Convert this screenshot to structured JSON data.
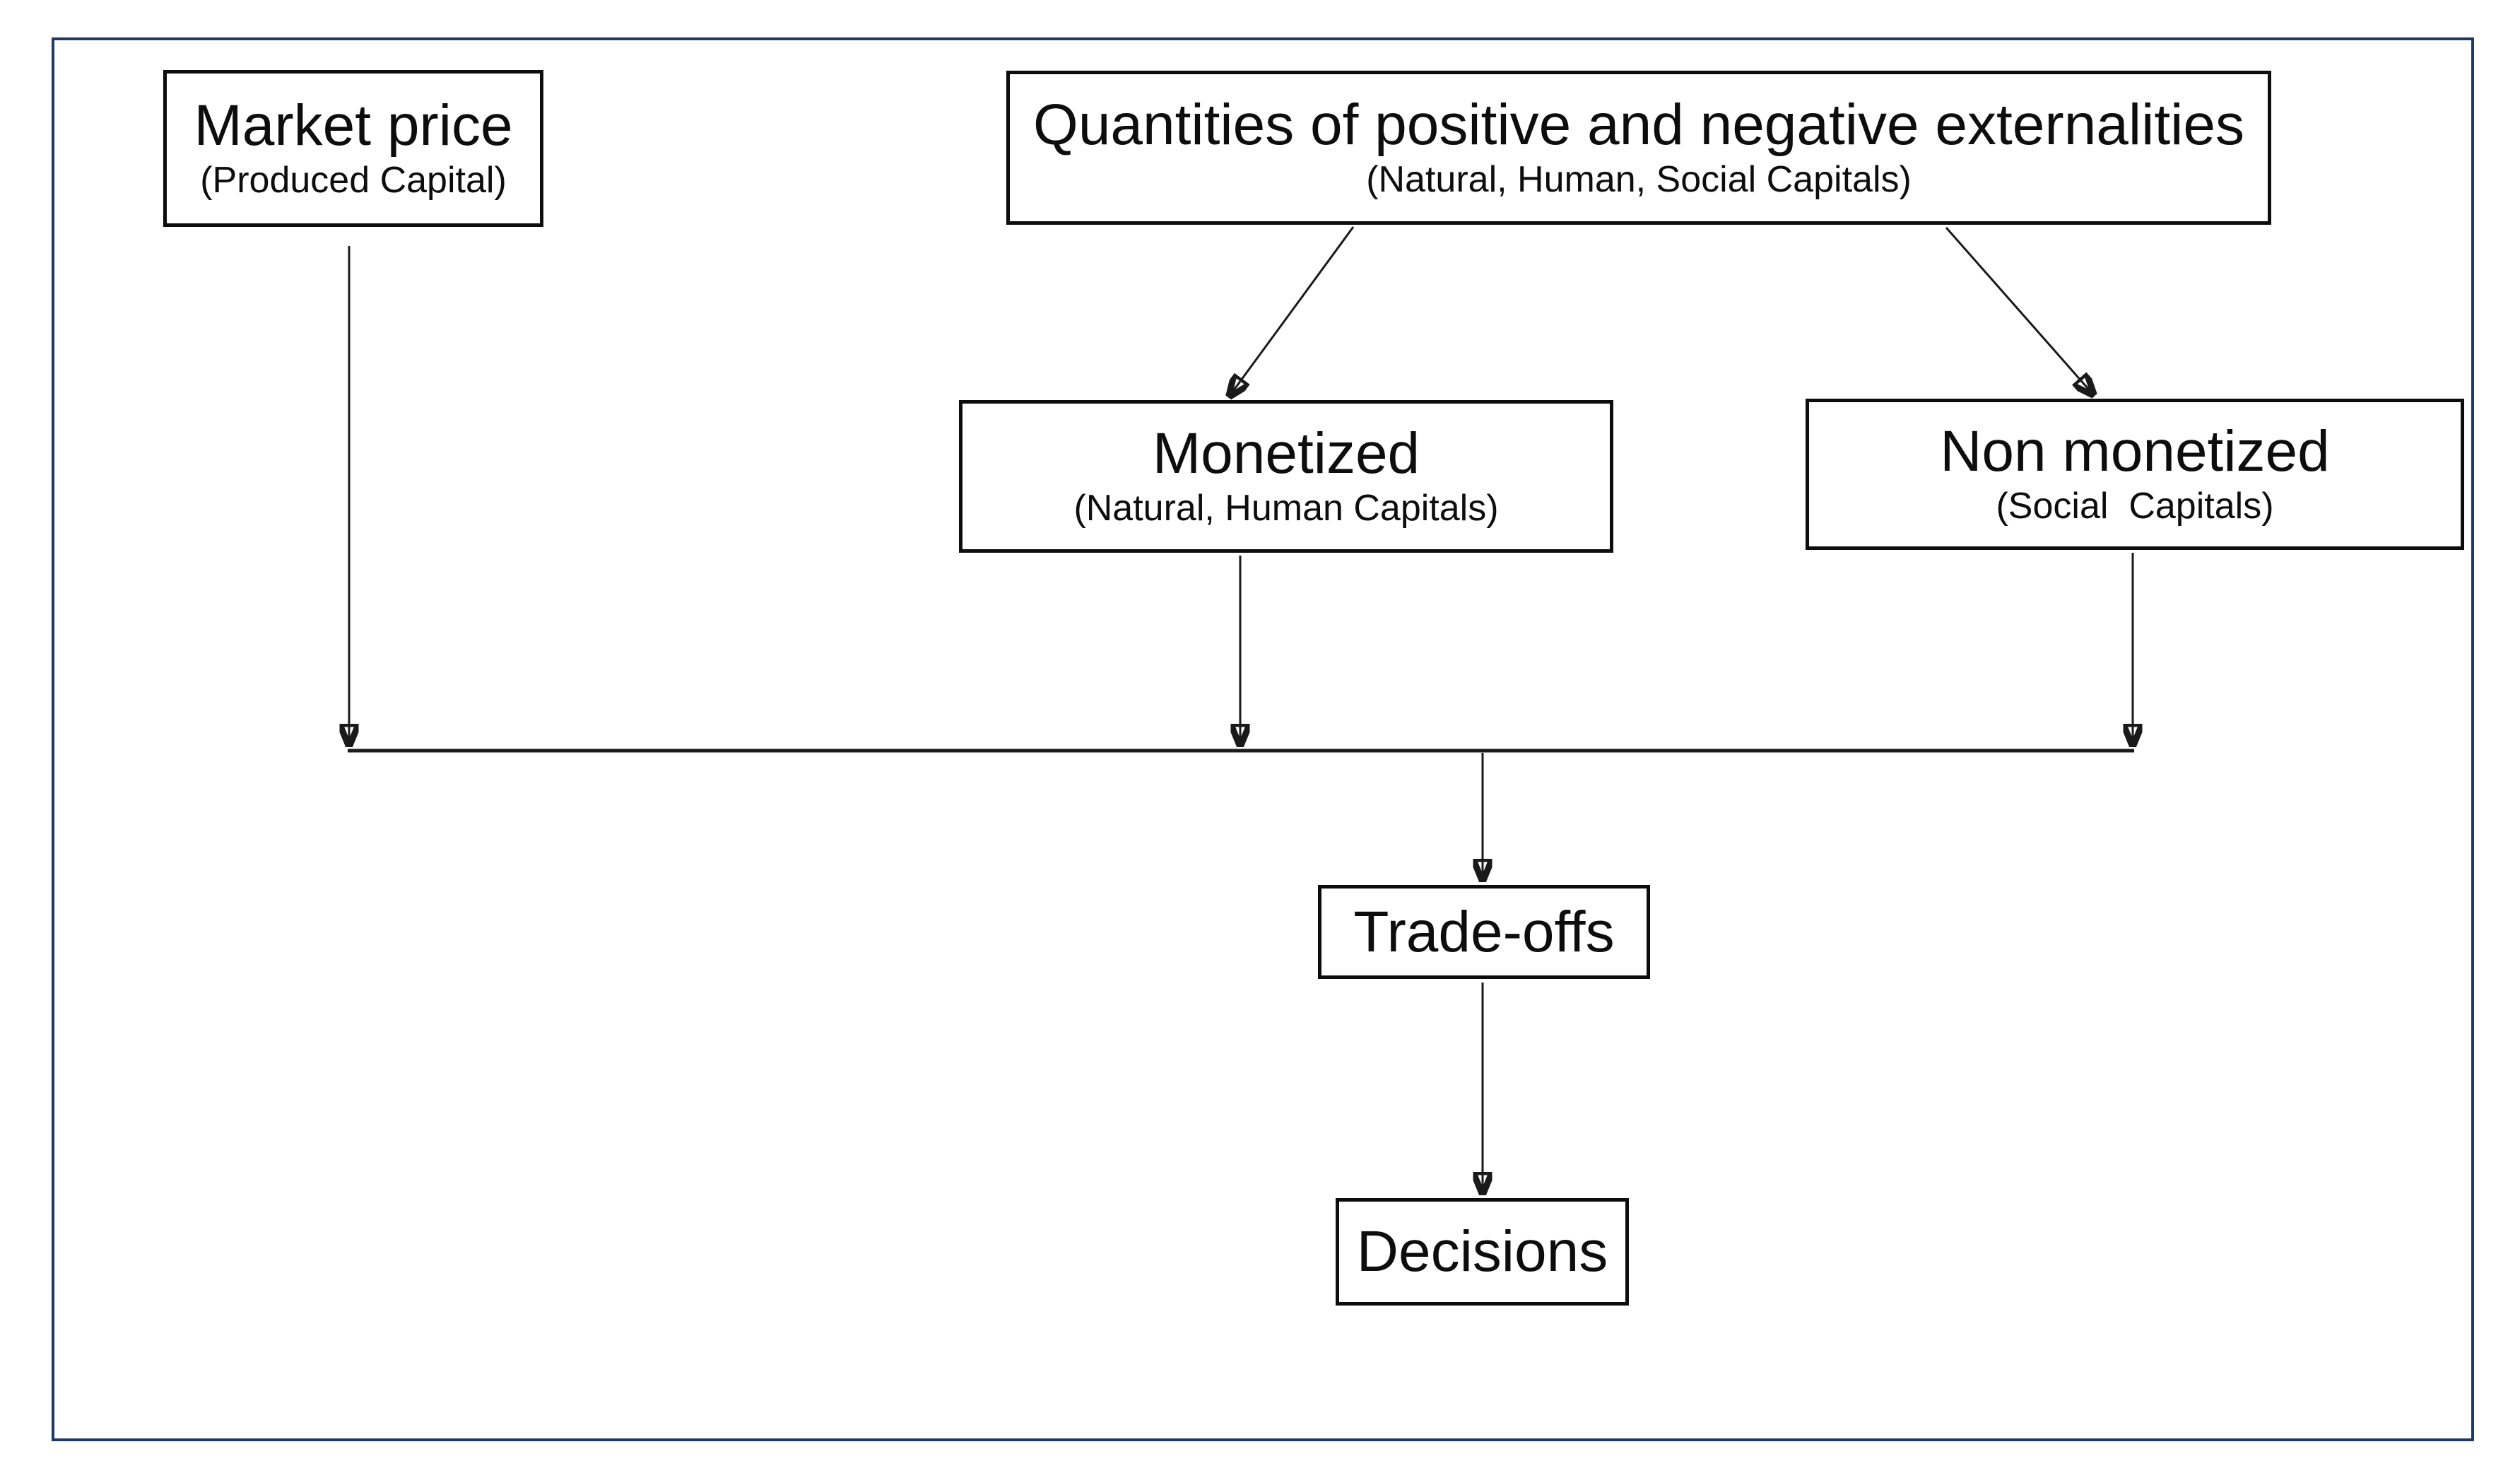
{
  "diagram": {
    "colors": {
      "frame_border": "#1f3864",
      "box_border": "#0d0d0d",
      "line": "#1a1a1a",
      "background": "#ffffff",
      "text": "#0d0d0d"
    },
    "nodes": [
      {
        "id": "market-price",
        "label": "Market price",
        "sublabel": "(Produced Capital)"
      },
      {
        "id": "quantities",
        "label": "Quantities of positive and negative externalities",
        "sublabel": "(Natural, Human, Social Capitals)"
      },
      {
        "id": "monetized",
        "label": "Monetized",
        "sublabel": "(Natural, Human Capitals)"
      },
      {
        "id": "non-monetized",
        "label": "Non monetized",
        "sublabel": "(Social  Capitals)"
      },
      {
        "id": "trade-offs",
        "label": "Trade-offs"
      },
      {
        "id": "decisions",
        "label": "Decisions"
      }
    ],
    "edges": [
      {
        "from": "market-price",
        "to": "merge-line",
        "arrow": true
      },
      {
        "from": "quantities",
        "to": "monetized",
        "arrow": true
      },
      {
        "from": "quantities",
        "to": "non-monetized",
        "arrow": true
      },
      {
        "from": "monetized",
        "to": "merge-line",
        "arrow": true
      },
      {
        "from": "non-monetized",
        "to": "merge-line",
        "arrow": true
      },
      {
        "from": "merge-line",
        "to": "trade-offs",
        "arrow": true
      },
      {
        "from": "trade-offs",
        "to": "decisions",
        "arrow": true
      }
    ]
  }
}
